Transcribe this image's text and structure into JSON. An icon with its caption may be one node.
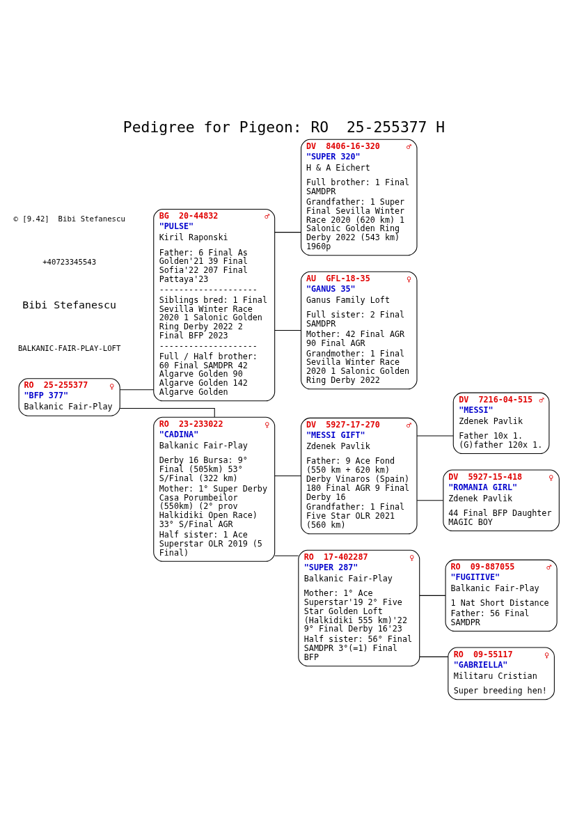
{
  "diagram": {
    "title": "Pedigree for Pigeon: RO  25-255377 H",
    "nodes": [
      {
        "text": [
          "RO  25-255377",
          "♀",
          "\"BFP 377\"",
          "Balkanic Fair-Play"
        ]
      },
      {
        "text": [
          "BG  20-44832",
          "♂",
          "\"PULSE\"",
          "Kiril Raponski",
          "Father: 6 Final As Golden'21 39 Final Sofia'22 207 Final Pattaya'23",
          "--------------------",
          "Siblings bred: 1 Final Sevilla Winter Race 2020 1 Salonic Golden Ring Derby 2022 2 Final BFP 2023",
          "--------------------",
          "Full / Half brother: 60 Final SAMDPR 42 Algarve Golden 90 Algarve Golden 142 Algarve Golden"
        ]
      },
      {
        "text": [
          "DV  8406-16-320",
          "♂",
          "\"SUPER 320\"",
          "H & A Eichert",
          "Full brother: 1 Final SAMDPR",
          "Grandfather: 1 Super Final Sevilla Winter Race 2020 (620 km) 1 Salonic Golden Ring Derby 2022 (543 km) 1960p"
        ]
      },
      {
        "text": [
          "AU  GFL-18-35",
          "♀",
          "\"GANUS 35\"",
          "Ganus Family Loft",
          "Full sister: 2 Final SAMDPR",
          "Mother: 42 Final AGR 90 Final AGR",
          "Grandmother: 1 Final Sevilla Winter Race 2020 1 Salonic Golden Ring Derby 2022"
        ]
      },
      {
        "text": [
          "RO  23-233022",
          "♀",
          "\"CADINA\"",
          "Balkanic Fair-Play",
          "Derby 16 Bursa: 9° Final (505km) 53° S/Final (322 km)",
          "Mother: 1° Super Derby Casa Porumbeilor (550km) (2° prov Halkidiki Open Race) 33° S/Final AGR",
          "Half sister: 1 Ace Superstar OLR 2019 (5 Final)"
        ]
      },
      {
        "text": [
          "DV  5927-17-270",
          "♂",
          "\"MESSI GIFT\"",
          "Zdenek Pavlik",
          "Father: 9 Ace Fond (550 km + 620 km) Derby Vinaros (Spain) 180 Final AGR 9 Final Derby 16",
          "Grandfather: 1 Final Five Star OLR 2021 (560 km)"
        ]
      },
      {
        "text": [
          "DV  7216-04-515",
          "♂",
          "\"MESSI\"",
          "Zdenek Pavlik",
          "Father 10x 1. (G)father 120x 1."
        ]
      },
      {
        "text": [
          "DV  5927-15-418",
          "♀",
          "\"ROMANIA GIRL\"",
          "Zdenek Pavlik",
          "44 Final BFP Daughter MAGIC BOY"
        ]
      },
      {
        "text": [
          "RO  17-402287",
          "♀",
          "\"SUPER 287\"",
          "Balkanic Fair-Play",
          "Mother: 1° Ace Superstar'19 2° Five Star Golden Loft (Halkidiki 555 km)'22 9° Final Derby 16'23",
          "Half sister: 56° Final SAMDPR 3°(=1) Final BFP"
        ]
      },
      {
        "text": [
          "RO  09-887055",
          "♂",
          "\"FUGITIVE\"",
          "Balkanic Fair-Play",
          "1 Nat Short Distance",
          "Father: 56 Final SAMDPR"
        ]
      },
      {
        "text": [
          "RO  09-55117",
          "♀",
          "\"GABRIELLA\"",
          "Militaru Cristian",
          "Super breeding hen!"
        ]
      }
    ],
    "edges": [
      {
        "from": 0,
        "to": 1,
        "arrow": "none"
      },
      {
        "from": 0,
        "to": 4,
        "arrow": "none"
      },
      {
        "from": 1,
        "to": 2,
        "arrow": "none"
      },
      {
        "from": 1,
        "to": 3,
        "arrow": "none"
      },
      {
        "from": 4,
        "to": 5,
        "arrow": "none"
      },
      {
        "from": 4,
        "to": 8,
        "arrow": "none"
      },
      {
        "from": 5,
        "to": 6,
        "arrow": "none"
      },
      {
        "from": 5,
        "to": 7,
        "arrow": "none"
      },
      {
        "from": 8,
        "to": 9,
        "arrow": "none"
      },
      {
        "from": 8,
        "to": 10,
        "arrow": "none"
      }
    ],
    "labels": [
      "BALKANIC-FAIR-PLAY-LOFT",
      "Bibi Stefanescu",
      "+40723345543",
      "© [9.42]  Bibi Stefanescu"
    ]
  }
}
